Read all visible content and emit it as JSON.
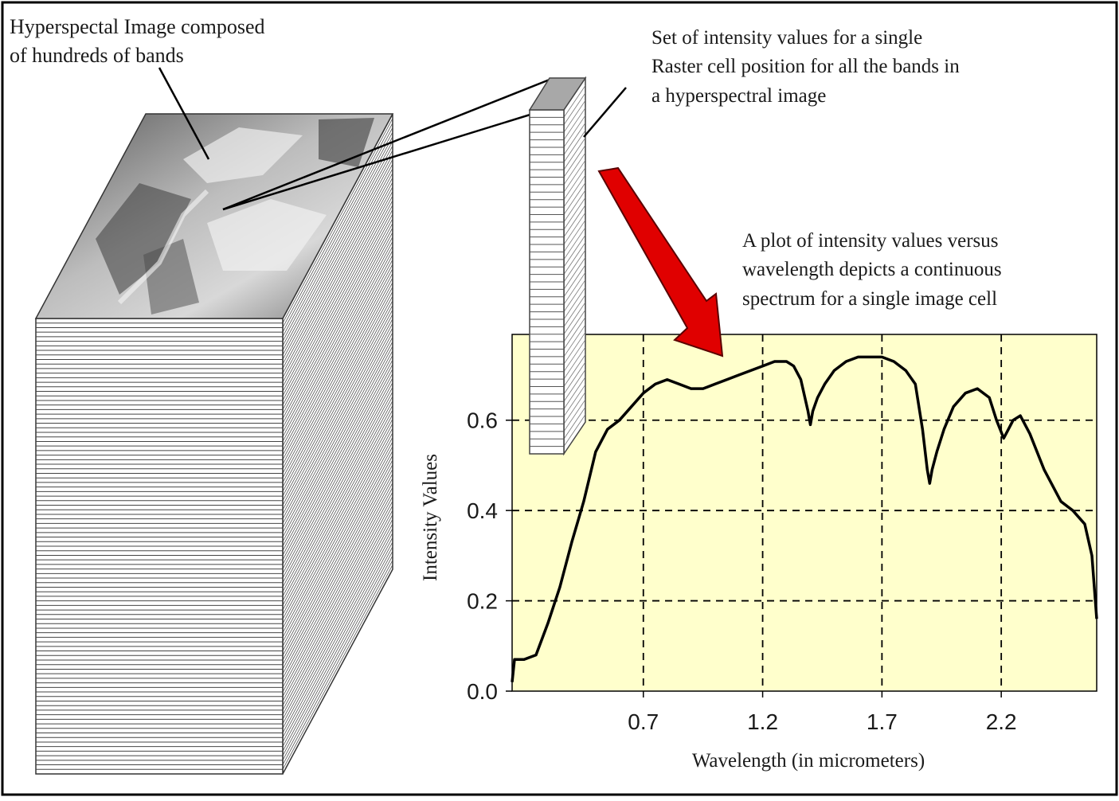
{
  "annotations": {
    "cube_label": [
      "Hyperspectal Image composed",
      "of hundreds of bands"
    ],
    "pixel_label": [
      "Set of intensity values for a single",
      "Raster cell position for all the bands in",
      "a hyperspectral image"
    ],
    "plot_label": [
      "A plot of intensity values versus",
      "wavelength depicts a continuous",
      "spectrum for a single image cell"
    ]
  },
  "colors": {
    "plot_background": "#ffffcc",
    "arrow": "#e00000",
    "spectrum_line": "#000000",
    "pixel_top": "#a8a8a8"
  },
  "chart_data": {
    "type": "line",
    "title": "",
    "xlabel": "Wavelength (in micrometers)",
    "ylabel": "Intensity Values",
    "xlim": [
      0.15,
      2.6
    ],
    "ylim": [
      0.0,
      0.79
    ],
    "xticks": [
      0.7,
      1.2,
      1.7,
      2.2
    ],
    "xtick_labels": [
      "0.7",
      "1.2",
      "1.7",
      "2.2"
    ],
    "yticks": [
      0.0,
      0.2,
      0.4,
      0.6
    ],
    "ytick_labels": [
      "0.0",
      "0.2",
      "0.4",
      "0.6"
    ],
    "grid": true,
    "series": [
      {
        "x": [
          0.15,
          0.16,
          0.2,
          0.25,
          0.3,
          0.35,
          0.4,
          0.45,
          0.5,
          0.55,
          0.6,
          0.65,
          0.7,
          0.75,
          0.8,
          0.85,
          0.9,
          0.95,
          1.0,
          1.05,
          1.1,
          1.15,
          1.2,
          1.25,
          1.3,
          1.33,
          1.36,
          1.39,
          1.4,
          1.41,
          1.43,
          1.46,
          1.5,
          1.55,
          1.6,
          1.65,
          1.7,
          1.75,
          1.8,
          1.84,
          1.87,
          1.89,
          1.9,
          1.91,
          1.93,
          1.96,
          2.0,
          2.05,
          2.1,
          2.15,
          2.18,
          2.21,
          2.23,
          2.25,
          2.28,
          2.32,
          2.38,
          2.45,
          2.5,
          2.55,
          2.58,
          2.6
        ],
        "y": [
          0.02,
          0.07,
          0.07,
          0.08,
          0.15,
          0.23,
          0.33,
          0.42,
          0.53,
          0.58,
          0.6,
          0.63,
          0.66,
          0.68,
          0.69,
          0.68,
          0.67,
          0.67,
          0.68,
          0.69,
          0.7,
          0.71,
          0.72,
          0.73,
          0.73,
          0.72,
          0.69,
          0.62,
          0.59,
          0.62,
          0.65,
          0.68,
          0.71,
          0.73,
          0.74,
          0.74,
          0.74,
          0.73,
          0.71,
          0.68,
          0.58,
          0.49,
          0.46,
          0.49,
          0.53,
          0.58,
          0.63,
          0.66,
          0.67,
          0.65,
          0.6,
          0.56,
          0.58,
          0.6,
          0.61,
          0.57,
          0.49,
          0.42,
          0.4,
          0.37,
          0.3,
          0.16
        ]
      }
    ]
  }
}
